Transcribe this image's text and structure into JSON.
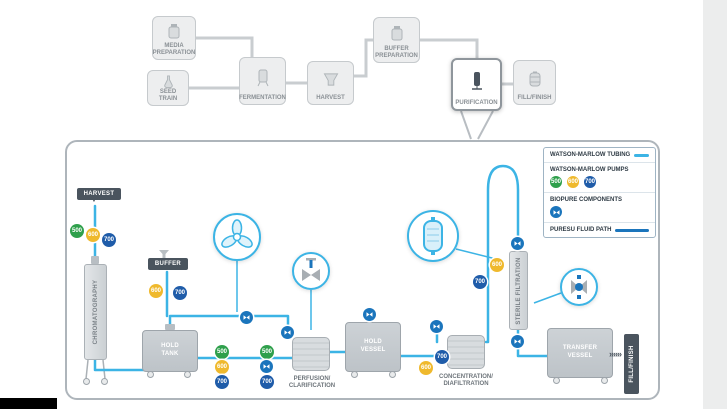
{
  "top_flow": {
    "nodes": [
      {
        "label": "MEDIA\nPREPARATION"
      },
      {
        "label": "SEED\nTRAIN"
      },
      {
        "label": "FERMENTATION"
      },
      {
        "label": "HARVEST"
      },
      {
        "label": "BUFFER\nPREPARATION"
      },
      {
        "label": "PURIFICATION"
      },
      {
        "label": "FILL/FINISH"
      }
    ],
    "selected": "PURIFICATION"
  },
  "legend": {
    "tubing_label": "WATSON-MARLOW TUBING",
    "pumps_label": "WATSON-MARLOW PUMPS",
    "biopure_label": "BIOPURE COMPONENTS",
    "fluid_path_label": "PURESU FLUID PATH",
    "pump_values": [
      "500",
      "600",
      "700"
    ]
  },
  "process": {
    "harvest_badge": "HARVEST",
    "buffer_badge": "BUFFER",
    "chromatography_label": "CHROMATOGRAPHY",
    "hold_tank_label": "HOLD\nTANK",
    "perfusion_label": "PERFUSION/\nCLARIFICATION",
    "hold_vessel_label": "HOLD\nVESSEL",
    "concentration_label": "CONCENTRATION/\nDIAFILTRATION",
    "sterile_label": "STERILE FILTRATION",
    "transfer_label": "TRANSFER\nVESSEL",
    "fill_finish_label": "FILL/FINISH",
    "fill_arrows": "»»»"
  },
  "pumps": {
    "p500": "500",
    "p600": "600",
    "p700": "700"
  },
  "colors": {
    "tubing": "#3CB4E5",
    "fluid_path": "#1B75BC",
    "pump_500": "#2FA04C",
    "pump_600": "#EFB92D",
    "pump_700": "#1F5CA9",
    "biopure": "#1B75BC",
    "badge": "#4A545E",
    "equipment": "#C7CCD1"
  }
}
